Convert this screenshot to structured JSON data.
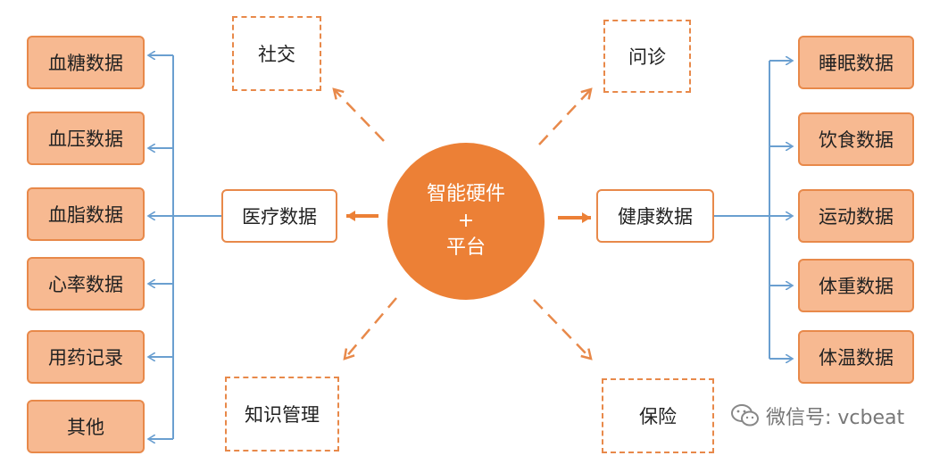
{
  "center": {
    "line1": "智能硬件",
    "line2": "+",
    "line3": "平台"
  },
  "medical": {
    "label": "医疗数据",
    "items": [
      "血糖数据",
      "血压数据",
      "血脂数据",
      "心率数据",
      "用药记录",
      "其他"
    ]
  },
  "health": {
    "label": "健康数据",
    "items": [
      "睡眠数据",
      "饮食数据",
      "运动数据",
      "体重数据",
      "体温数据"
    ]
  },
  "dashed_nodes": {
    "top_left": "社交",
    "top_right": "问诊",
    "bottom_left": "知识管理",
    "bottom_right": "保险"
  },
  "watermark": {
    "text": "微信号: vcbeat",
    "icon": "wechat-icon"
  },
  "colors": {
    "accent": "#ec8036",
    "fill": "#f7b991",
    "border": "#e8894a",
    "connector": "#6a9fd0"
  }
}
